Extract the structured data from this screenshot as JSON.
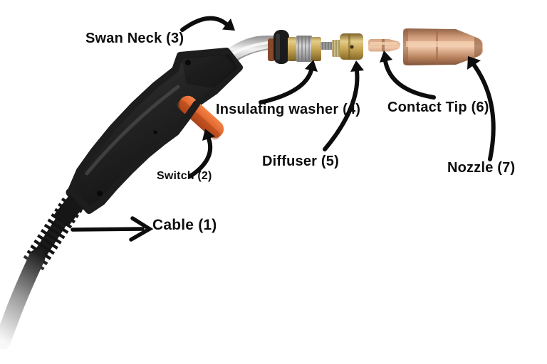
{
  "figure": {
    "kind": "exploded-parts-diagram",
    "subject": "MIG welding torch",
    "background": "#ffffff",
    "annotation_color": "#0e0e0e"
  },
  "labels": {
    "cable": "Cable (1)",
    "switch": "Switch (2)",
    "swan_neck": "Swan Neck (3)",
    "insulating_washer": "Insulating washer (4)",
    "diffuser": "Diffuser (5)",
    "contact_tip": "Contact Tip (6)",
    "nozzle": "Nozzle (7)"
  },
  "parts": [
    "cable",
    "trigger-switch",
    "handle",
    "swan-neck",
    "insulating-washer",
    "gas-diffuser",
    "contact-tip",
    "nozzle"
  ],
  "colors": {
    "handle_black": "#1d1d1d",
    "trigger_orange": "#e0662e",
    "chrome_neck": "#c0c0c0",
    "brass": "#bd9c4b",
    "copper": "#c68a64",
    "arrow": "#0d0d0d"
  }
}
